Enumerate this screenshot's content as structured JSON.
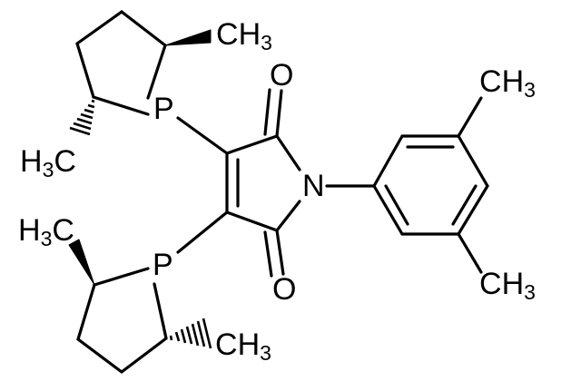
{
  "atoms": {
    "p_top": "P",
    "p_bottom": "P",
    "n_imide": "N",
    "o_top": "O",
    "o_bottom": "O",
    "ch3_top": "CH3",
    "ch3_upper_left": "H3C",
    "ch3_lower_left": "H3C",
    "ch3_bottom": "CH3",
    "ch3_aryl_top": "CH3",
    "ch3_aryl_bottom": "CH3"
  },
  "label_parts": {
    "carbon": "C",
    "hydrogen": "H",
    "subscript_3": "3"
  },
  "colors": {
    "bond": "#000000",
    "background": "#ffffff"
  }
}
